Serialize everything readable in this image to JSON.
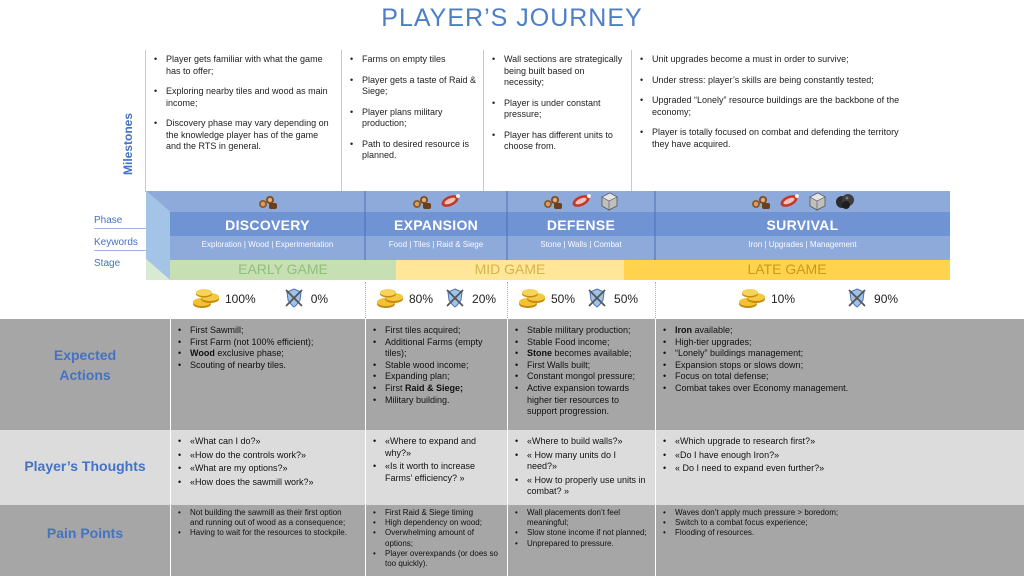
{
  "title": "PLAYER’S JOURNEY",
  "labels": {
    "milestones": "Milestones",
    "phase": "Phase",
    "keywords": "Keywords",
    "stage": "Stage",
    "expected_actions": "Expected Actions",
    "players_thoughts": "Player’s Thoughts",
    "pain_points": "Pain Points"
  },
  "colors": {
    "band_top": "#7f9ed6",
    "band_front": "#5a82c9",
    "band_side": "#4a6fb5",
    "early_game": "#c6e0b4",
    "mid_game": "#ffe699",
    "late_game": "#ffd34e",
    "section_dark": "#a6a6a6",
    "section_light": "#dcdcdc",
    "label_blue": "#4472c4"
  },
  "phases": [
    {
      "name": "DISCOVERY",
      "keywords": "Exploration | Wood | Experimentation",
      "resources": [
        "wood-icon"
      ],
      "economy_pct": "100%",
      "combat_pct": "0%",
      "milestones": [
        "Player gets familiar with what the game has to offer;",
        "Exploring nearby tiles and wood as main income;",
        "Discovery phase may vary depending on the knowledge player has of the game and the RTS in general."
      ],
      "actions": [
        {
          "pre": "First Sawmill;",
          "bold": "",
          "post": ""
        },
        {
          "pre": "First Farm (not 100% efficient);",
          "bold": "",
          "post": ""
        },
        {
          "pre": "",
          "bold": "Wood",
          "post": " exclusive phase;"
        },
        {
          "pre": "Scouting of nearby tiles.",
          "bold": "",
          "post": ""
        }
      ],
      "thoughts": [
        "«What can I do?»",
        "«How do the controls work?»",
        "«What are my options?»",
        "«How does the sawmill work?»"
      ],
      "pain_points": [
        "Not building the sawmill as their first option and running out of wood as a consequence;",
        "Having to wait for the resources to stockpile."
      ]
    },
    {
      "name": "EXPANSION",
      "keywords": "Food | Tiles | Raid & Siege",
      "resources": [
        "wood-icon",
        "meat-icon"
      ],
      "economy_pct": "80%",
      "combat_pct": "20%",
      "milestones": [
        "Farms on empty tiles",
        "Player gets a taste of Raid & Siege;",
        "Player plans military production;",
        "Path to desired resource is planned."
      ],
      "actions": [
        {
          "pre": "First tiles acquired;",
          "bold": "",
          "post": ""
        },
        {
          "pre": "Additional Farms (empty tiles);",
          "bold": "",
          "post": ""
        },
        {
          "pre": "Stable wood income;",
          "bold": "",
          "post": ""
        },
        {
          "pre": "Expanding plan;",
          "bold": "",
          "post": ""
        },
        {
          "pre": "First ",
          "bold": "Raid & Siege;",
          "post": ""
        },
        {
          "pre": "Military building.",
          "bold": "",
          "post": ""
        }
      ],
      "thoughts": [
        "«Where to expand and why?»",
        "«Is it worth to increase Farms’ efficiency? »"
      ],
      "pain_points": [
        "First Raid & Siege timing",
        "High dependency on wood;",
        "Overwhelming amount of options;",
        "Player overexpands (or does so too quickly)."
      ]
    },
    {
      "name": "DEFENSE",
      "keywords": "Stone | Walls | Combat",
      "resources": [
        "wood-icon",
        "meat-icon",
        "stone-icon"
      ],
      "economy_pct": "50%",
      "combat_pct": "50%",
      "milestones": [
        "Wall sections are strategically being built based on necessity;",
        "Player is under constant pressure;",
        "Player has different units to choose from."
      ],
      "actions": [
        {
          "pre": "Stable military production;",
          "bold": "",
          "post": ""
        },
        {
          "pre": "Stable Food income;",
          "bold": "",
          "post": ""
        },
        {
          "pre": "",
          "bold": "Stone",
          "post": " becomes available;"
        },
        {
          "pre": "First Walls built;",
          "bold": "",
          "post": ""
        },
        {
          "pre": "Constant mongol pressure;",
          "bold": "",
          "post": ""
        },
        {
          "pre": "Active expansion towards higher tier resources to support progression.",
          "bold": "",
          "post": ""
        }
      ],
      "thoughts": [
        "«Where to build walls?»",
        "« How many units do I need?»",
        "« How to properly use units in combat? »"
      ],
      "pain_points": [
        "Wall placements don’t feel meaningful;",
        "Slow stone income if not planned;",
        "Unprepared to pressure."
      ]
    },
    {
      "name": "SURVIVAL",
      "keywords": "Iron | Upgrades | Management",
      "resources": [
        "wood-icon",
        "meat-icon",
        "stone-icon",
        "iron-icon"
      ],
      "economy_pct": "10%",
      "combat_pct": "90%",
      "milestones": [
        "Unit upgrades become a must in order to survive;",
        "Under stress: player’s skills are being constantly tested;",
        "Upgraded “Lonely” resource buildings are the backbone of the economy;",
        "Player is totally focused on combat and defending the territory they have acquired."
      ],
      "actions": [
        {
          "pre": "",
          "bold": "Iron",
          "post": " available;"
        },
        {
          "pre": "High-tier upgrades;",
          "bold": "",
          "post": ""
        },
        {
          "pre": "“Lonely” buildings management;",
          "bold": "",
          "post": ""
        },
        {
          "pre": "Expansion stops or slows down;",
          "bold": "",
          "post": ""
        },
        {
          "pre": "Focus on total defense;",
          "bold": "",
          "post": ""
        },
        {
          "pre": "Combat takes over Economy management.",
          "bold": "",
          "post": ""
        }
      ],
      "thoughts": [
        "«Which upgrade to research first?»",
        "«Do I have enough Iron?»",
        "« Do I need to expand even further?»"
      ],
      "pain_points": [
        "Waves don’t apply much pressure > boredom;",
        "Switch to a combat focus experience;",
        "Flooding of resources."
      ]
    }
  ],
  "stages": [
    {
      "name": "EARLY GAME"
    },
    {
      "name": "MID GAME"
    },
    {
      "name": "LATE GAME"
    }
  ],
  "icons": {
    "economy": "gold-coins-icon",
    "combat": "crossed-swords-shield-icon"
  }
}
